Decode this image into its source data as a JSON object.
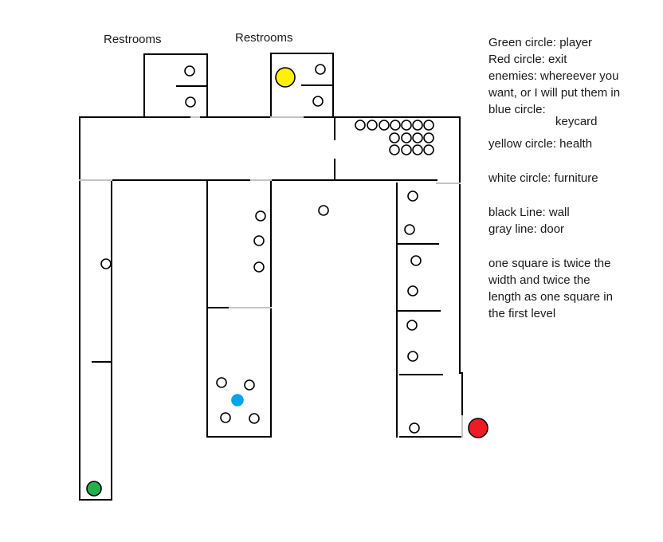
{
  "map": {
    "labels": {
      "restrooms_left": "Restrooms",
      "restrooms_right": "Restrooms"
    },
    "colors": {
      "wall": "#000000",
      "door": "#c3c3c3",
      "furniture_fill": "#ffffff",
      "player": "#22b14c",
      "exit": "#ed1c24",
      "health": "#fff200",
      "keycard": "#00a2e8"
    },
    "markers": {
      "player": "green-circle",
      "exit": "red-circle",
      "health": "yellow-circle",
      "keycard": "blue-circle"
    }
  },
  "legend": {
    "player": "Green circle: player",
    "exit": "Red circle: exit",
    "enemies_1": "enemies: whereever you",
    "enemies_2": "want, or I will put them in",
    "keycard_1": "blue circle:",
    "keycard_2": "keycard",
    "health": "yellow circle: health",
    "furniture": "white circle: furniture",
    "wall": "black Line: wall",
    "door": "gray line: door",
    "scale_1": "one square is twice the",
    "scale_2": "width and twice the",
    "scale_3": "length as one square in",
    "scale_4": "the first level"
  }
}
